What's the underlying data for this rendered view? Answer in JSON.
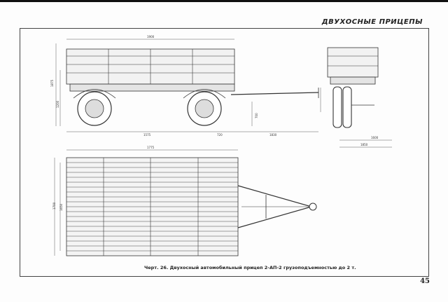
{
  "header": {
    "title": "ДВУХОСНЫЕ ПРИЦЕПЫ"
  },
  "caption": {
    "text": "Черт. 26. Двухосный автомобильный прицеп 2-АП-2 грузоподъемностью до 2 т."
  },
  "page": {
    "number": "45"
  },
  "side_view": {
    "dims": {
      "overall_length": "1900",
      "wheel_spacing_a": "1575",
      "wheel_spacing_b": "720",
      "drawbar": "1830",
      "height_total": "1875",
      "height_body": "1200",
      "hitch_height": "700"
    }
  },
  "end_view": {
    "dims": {
      "track": "1600",
      "width": "1850"
    }
  },
  "plan_view": {
    "dims": {
      "body_length": "1775",
      "body_width": "1700",
      "inner_width": "1650"
    }
  }
}
